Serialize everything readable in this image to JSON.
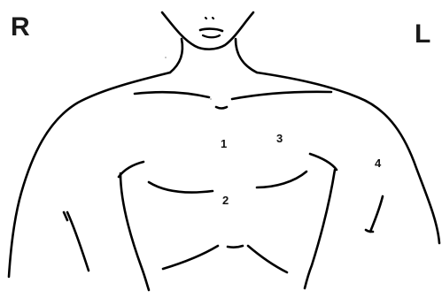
{
  "side_labels": {
    "right": "R",
    "left": "L"
  },
  "regions": [
    {
      "id": "1",
      "label": "1"
    },
    {
      "id": "2",
      "label": "2"
    },
    {
      "id": "3",
      "label": "3"
    },
    {
      "id": "4",
      "label": "4"
    }
  ],
  "colors": {
    "outline": "#000000",
    "background": "#ffffff"
  }
}
